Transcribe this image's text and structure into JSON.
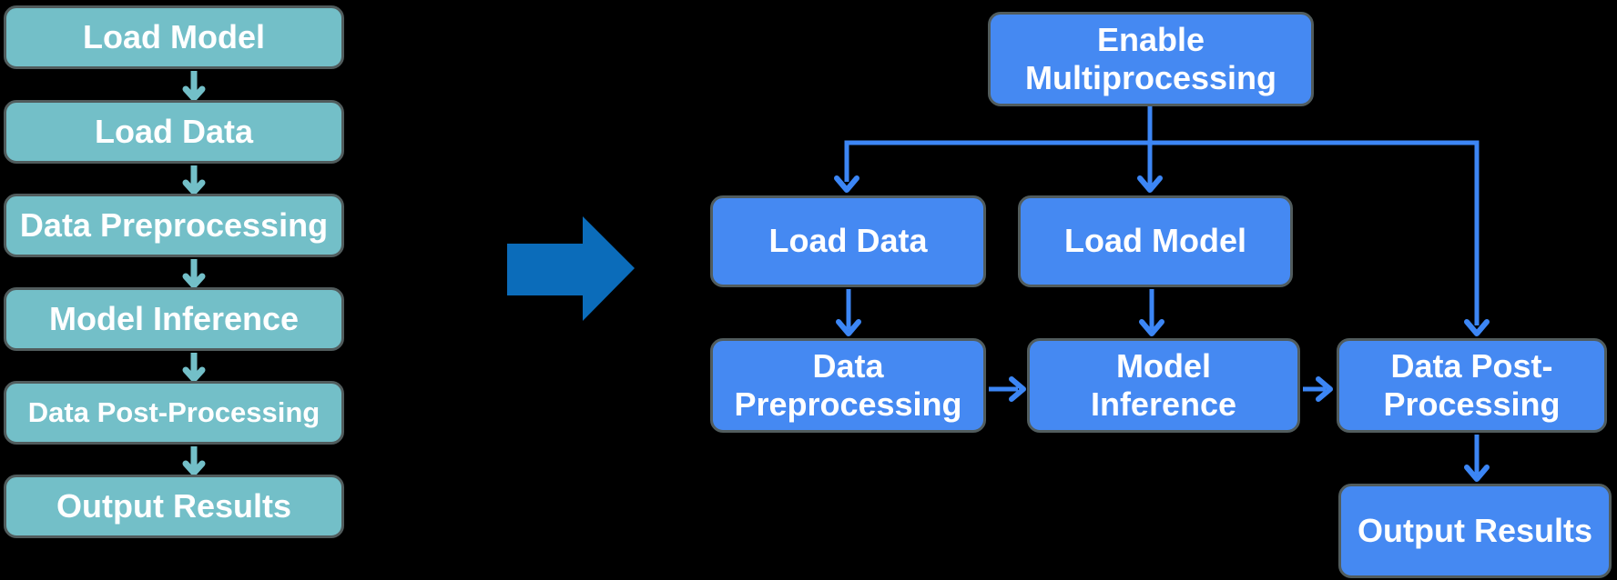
{
  "theme": {
    "background": "#000000",
    "teal_fill": "#73bfc8",
    "blue_fill": "#4589f2",
    "box_border": "#515c5d",
    "arrow_teal": "#73bfc8",
    "arrow_blue": "#3c86f5",
    "big_arrow": "#0b6cba",
    "text_color": "#ffffff"
  },
  "left_flow": {
    "boxes": [
      {
        "label": "Load Model"
      },
      {
        "label": "Load Data"
      },
      {
        "label": "Data Preprocessing"
      },
      {
        "label": "Model Inference"
      },
      {
        "label": "Data Post-Processing"
      },
      {
        "label": "Output Results"
      }
    ],
    "edges": [
      {
        "from": "Load Model",
        "to": "Load Data"
      },
      {
        "from": "Load Data",
        "to": "Data Preprocessing"
      },
      {
        "from": "Data Preprocessing",
        "to": "Model Inference"
      },
      {
        "from": "Model Inference",
        "to": "Data Post-Processing"
      },
      {
        "from": "Data Post-Processing",
        "to": "Output Results"
      }
    ]
  },
  "transform_arrow": {
    "direction": "right"
  },
  "right_flow": {
    "boxes": {
      "enable": {
        "label": "Enable\nMultiprocessing"
      },
      "load_data": {
        "label": "Load Data"
      },
      "load_model": {
        "label": "Load Model"
      },
      "data_preprocessing": {
        "label": "Data\nPreprocessing"
      },
      "model_inference": {
        "label": "Model\nInference"
      },
      "data_post_processing": {
        "label": "Data Post-\nProcessing"
      },
      "output_results": {
        "label": "Output Results"
      }
    },
    "edges": [
      {
        "from": "Enable Multiprocessing",
        "to": "Load Data"
      },
      {
        "from": "Enable Multiprocessing",
        "to": "Load Model"
      },
      {
        "from": "Enable Multiprocessing",
        "to": "Data Post-Processing"
      },
      {
        "from": "Load Data",
        "to": "Data Preprocessing"
      },
      {
        "from": "Load Model",
        "to": "Model Inference"
      },
      {
        "from": "Data Preprocessing",
        "to": "Model Inference"
      },
      {
        "from": "Model Inference",
        "to": "Data Post-Processing"
      },
      {
        "from": "Data Post-Processing",
        "to": "Output Results"
      }
    ]
  }
}
